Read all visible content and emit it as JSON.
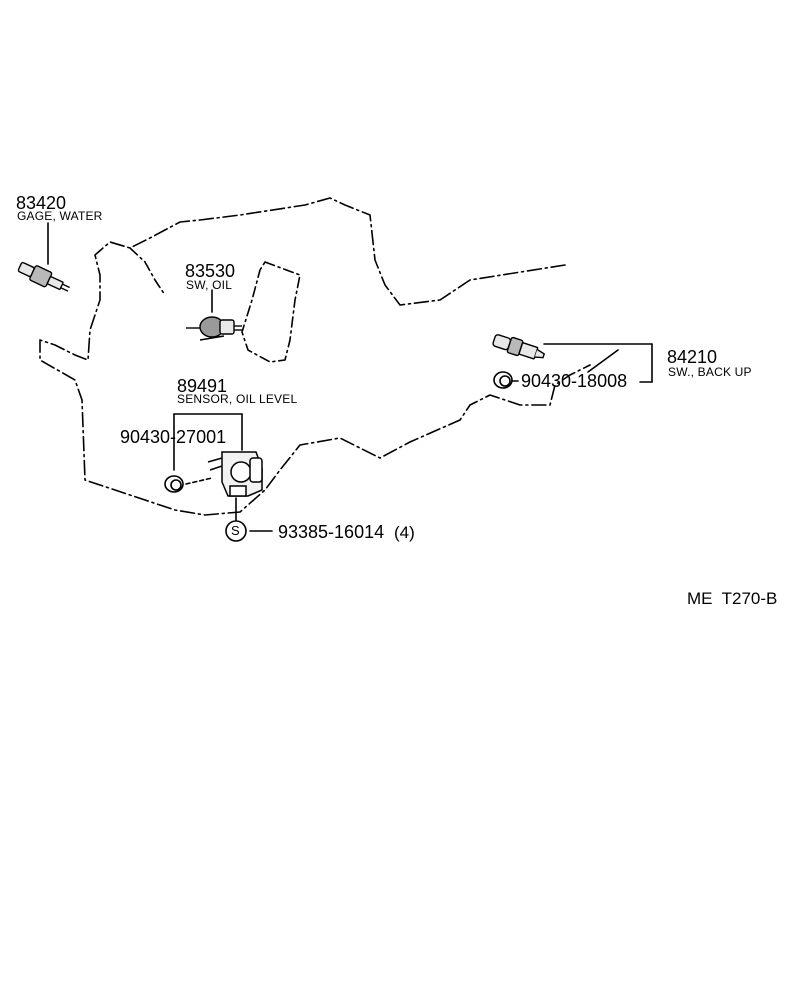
{
  "diagram_ref": "ME  T270-B",
  "callouts": {
    "gage_water": {
      "part_no": "83420",
      "name": "GAGE, WATER"
    },
    "sw_oil": {
      "part_no": "83530",
      "name": "SW, OIL"
    },
    "sensor_oil_level": {
      "part_no": "89491",
      "name": "SENSOR, OIL LEVEL"
    },
    "gasket_sensor": {
      "part_no": "90430-27001"
    },
    "bolt": {
      "symbol": "S",
      "part_no": "93385-16014",
      "qty": "(4)"
    },
    "sw_back_up": {
      "part_no": "84210",
      "name": "SW., BACK UP"
    },
    "gasket_back_up": {
      "part_no": "90430-18008"
    }
  },
  "colors": {
    "ink": "#000000",
    "paper": "#ffffff",
    "part_fill": "#e8e8e8"
  }
}
